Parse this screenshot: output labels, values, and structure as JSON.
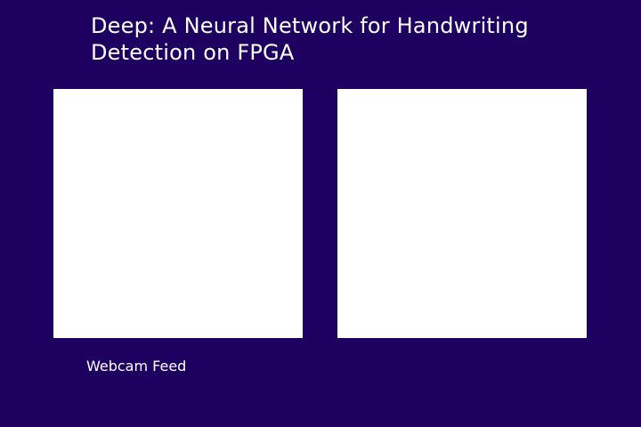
{
  "app": {
    "title_line_1": "Deep: A Neural Network for Handwriting",
    "title_line_2": "Detection on FPGA",
    "background_color": "#1e0060",
    "panel_color": "#ffffff"
  },
  "panels": {
    "left_caption": "Webcam Feed"
  }
}
